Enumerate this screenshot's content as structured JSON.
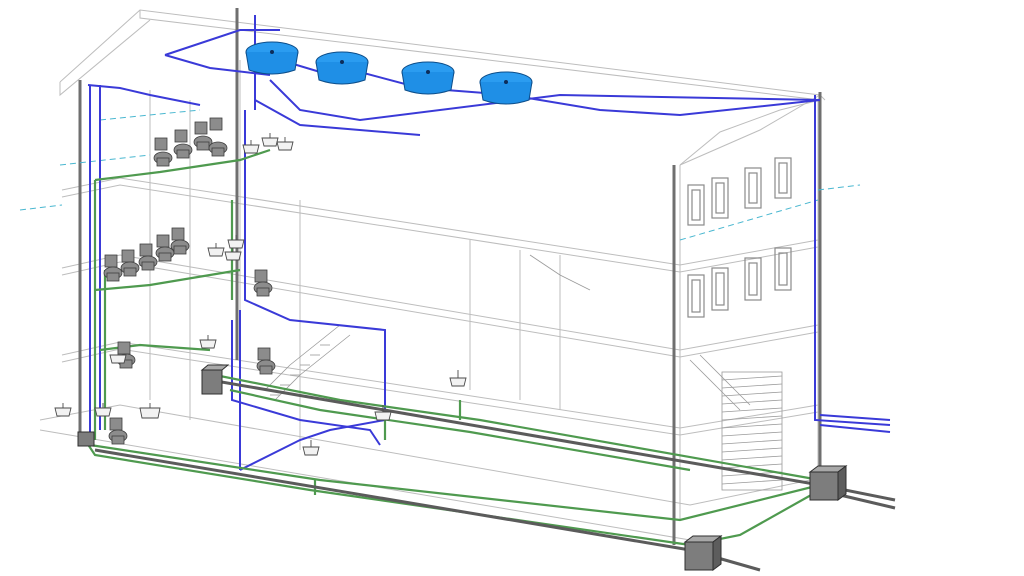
{
  "scene": {
    "kind": "isometric building plumbing model",
    "colors": {
      "building_lines": "#b9b9b9",
      "cold_water": "#3a3ad8",
      "drain": "#4f9a4f",
      "vent_cyan": "#49b7d0",
      "pipe_gray": "#6f6f6f",
      "tank_fill": "#1f8fe6",
      "fixture": "#8c8c8c"
    },
    "elements": {
      "water_tanks": 4,
      "toilets": 12,
      "sinks": 14,
      "inspection_boxes": 2,
      "floors": 3
    }
  }
}
